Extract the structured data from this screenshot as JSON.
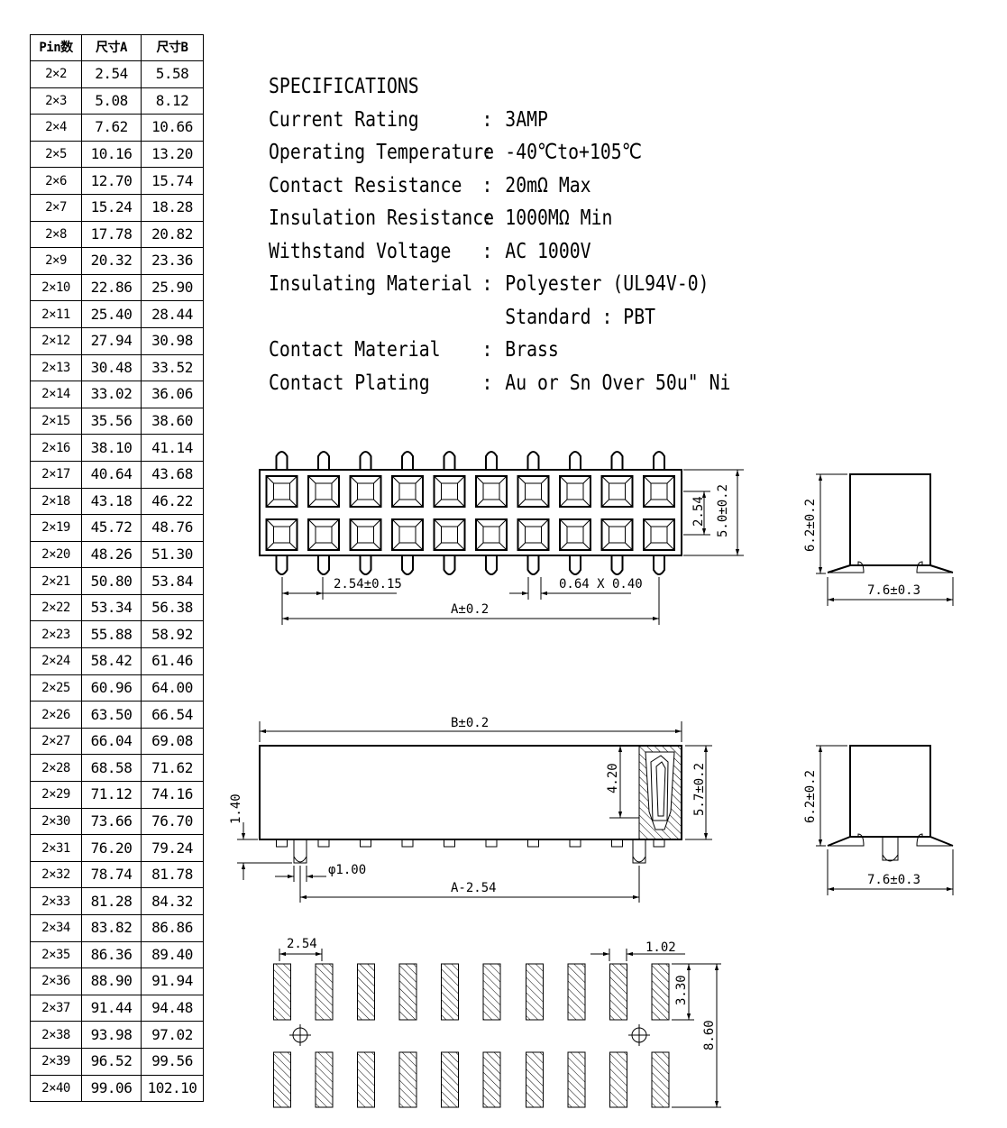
{
  "table": {
    "headers": [
      "Pin数",
      "尺寸A",
      "尺寸B"
    ],
    "rows": [
      [
        "2×2",
        "2.54",
        "5.58"
      ],
      [
        "2×3",
        "5.08",
        "8.12"
      ],
      [
        "2×4",
        "7.62",
        "10.66"
      ],
      [
        "2×5",
        "10.16",
        "13.20"
      ],
      [
        "2×6",
        "12.70",
        "15.74"
      ],
      [
        "2×7",
        "15.24",
        "18.28"
      ],
      [
        "2×8",
        "17.78",
        "20.82"
      ],
      [
        "2×9",
        "20.32",
        "23.36"
      ],
      [
        "2×10",
        "22.86",
        "25.90"
      ],
      [
        "2×11",
        "25.40",
        "28.44"
      ],
      [
        "2×12",
        "27.94",
        "30.98"
      ],
      [
        "2×13",
        "30.48",
        "33.52"
      ],
      [
        "2×14",
        "33.02",
        "36.06"
      ],
      [
        "2×15",
        "35.56",
        "38.60"
      ],
      [
        "2×16",
        "38.10",
        "41.14"
      ],
      [
        "2×17",
        "40.64",
        "43.68"
      ],
      [
        "2×18",
        "43.18",
        "46.22"
      ],
      [
        "2×19",
        "45.72",
        "48.76"
      ],
      [
        "2×20",
        "48.26",
        "51.30"
      ],
      [
        "2×21",
        "50.80",
        "53.84"
      ],
      [
        "2×22",
        "53.34",
        "56.38"
      ],
      [
        "2×23",
        "55.88",
        "58.92"
      ],
      [
        "2×24",
        "58.42",
        "61.46"
      ],
      [
        "2×25",
        "60.96",
        "64.00"
      ],
      [
        "2×26",
        "63.50",
        "66.54"
      ],
      [
        "2×27",
        "66.04",
        "69.08"
      ],
      [
        "2×28",
        "68.58",
        "71.62"
      ],
      [
        "2×29",
        "71.12",
        "74.16"
      ],
      [
        "2×30",
        "73.66",
        "76.70"
      ],
      [
        "2×31",
        "76.20",
        "79.24"
      ],
      [
        "2×32",
        "78.74",
        "81.78"
      ],
      [
        "2×33",
        "81.28",
        "84.32"
      ],
      [
        "2×34",
        "83.82",
        "86.86"
      ],
      [
        "2×35",
        "86.36",
        "89.40"
      ],
      [
        "2×36",
        "88.90",
        "91.94"
      ],
      [
        "2×37",
        "91.44",
        "94.48"
      ],
      [
        "2×38",
        "93.98",
        "97.02"
      ],
      [
        "2×39",
        "96.52",
        "99.56"
      ],
      [
        "2×40",
        "99.06",
        "102.10"
      ]
    ]
  },
  "specs": {
    "title": "SPECIFICATIONS",
    "rows": [
      {
        "label": "Current Rating",
        "sep": ":",
        "value": "3AMP"
      },
      {
        "label": "Operating Temperature",
        "sep": ":",
        "value": "-40℃to+105℃"
      },
      {
        "label": "Contact Resistance",
        "sep": ":",
        "value": "20mΩ Max"
      },
      {
        "label": "Insulation Resistance",
        "sep": ":",
        "value": "1000MΩ Min"
      },
      {
        "label": "Withstand Voltage",
        "sep": ":",
        "value": "AC 1000V"
      },
      {
        "label": "Insulating Material",
        "sep": ":",
        "value": "Polyester (UL94V-0)"
      },
      {
        "label": "",
        "sep": "",
        "value": "Standard : PBT"
      },
      {
        "label": "Contact Material",
        "sep": ":",
        "value": "Brass"
      },
      {
        "label": "Contact Plating",
        "sep": ":",
        "value": "Au or Sn Over 50u\" Ni"
      }
    ]
  },
  "dims": {
    "top_pitch": "2.54±0.15",
    "top_pin": "0.64 X 0.40",
    "top_a": "A±0.2",
    "top_pitch_v": "2.54",
    "top_width": "5.0±0.2",
    "side_height": "6.2±0.2",
    "side_width": "7.6±0.3",
    "front_b": "B±0.2",
    "front_420": "4.20",
    "front_height": "5.7±0.2",
    "front_140": "1.40",
    "front_post": "φ1.00",
    "front_a": "A-2.54",
    "side2_height": "6.2±0.2",
    "side2_width": "7.6±0.3",
    "pcb_pitch": "2.54",
    "pcb_pad": "1.02",
    "pcb_padlen": "3.30",
    "pcb_span": "8.60"
  }
}
